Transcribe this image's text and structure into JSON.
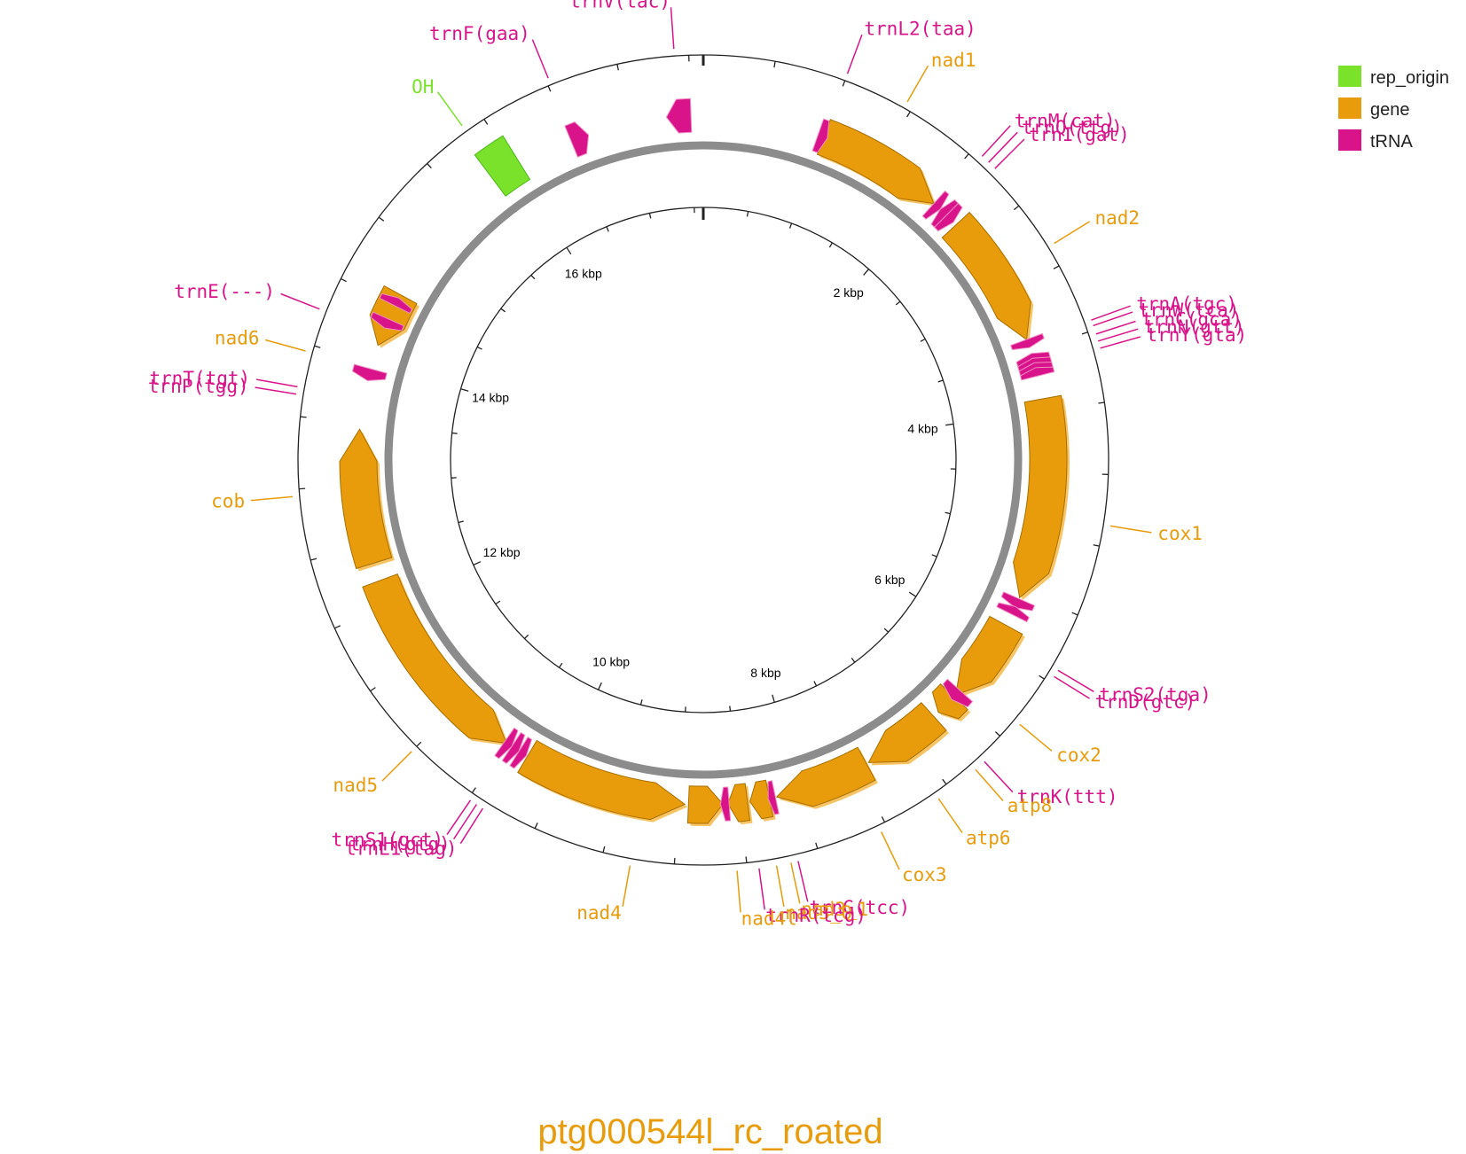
{
  "title": "ptg000544l_rc_roated",
  "genome_length_bp": 17600,
  "legend": [
    {
      "label": "rep_origin",
      "color": "#7be22c"
    },
    {
      "label": "gene",
      "color": "#e89c0c"
    },
    {
      "label": "tRNA",
      "color": "#d9138a"
    }
  ],
  "colors": {
    "gene_light": "#f7c465",
    "gene_dark": "#a86f00",
    "trna": "#d9138a",
    "trna_light": "#f08dc3",
    "rep_origin": "#7be22c",
    "backbone": "#8c8c8c"
  },
  "kbp_ticks": [
    {
      "kbp": 2,
      "label": "2 kbp"
    },
    {
      "kbp": 4,
      "label": "4 kbp"
    },
    {
      "kbp": 6,
      "label": "6 kbp"
    },
    {
      "kbp": 8,
      "label": "8 kbp"
    },
    {
      "kbp": 10,
      "label": "10 kbp"
    },
    {
      "kbp": 12,
      "label": "12 kbp"
    },
    {
      "kbp": 14,
      "label": "14 kbp"
    },
    {
      "kbp": 16,
      "label": "16 kbp"
    }
  ],
  "features": [
    {
      "name": "nad1",
      "type": "gene",
      "start": 1000,
      "end": 2050,
      "strand": "+"
    },
    {
      "name": "nad2",
      "type": "gene",
      "start": 2300,
      "end": 3400,
      "strand": "+"
    },
    {
      "name": "cox1",
      "type": "gene",
      "start": 3900,
      "end": 5550,
      "strand": "+"
    },
    {
      "name": "cox2",
      "type": "gene",
      "start": 5800,
      "end": 6500,
      "strand": "+"
    },
    {
      "name": "atp8",
      "type": "gene",
      "start": 6520,
      "end": 6700,
      "strand": "+"
    },
    {
      "name": "atp6",
      "type": "gene",
      "start": 6750,
      "end": 7400,
      "strand": "+"
    },
    {
      "name": "cox3",
      "type": "gene",
      "start": 7420,
      "end": 8200,
      "strand": "+"
    },
    {
      "name": "nad3_1",
      "type": "gene",
      "start": 8260,
      "end": 8420,
      "strand": "+"
    },
    {
      "name": "nad3_0",
      "type": "gene",
      "start": 8440,
      "end": 8600,
      "strand": "+"
    },
    {
      "name": "nad4l",
      "type": "gene",
      "start": 8640,
      "end": 8920,
      "strand": "-"
    },
    {
      "name": "nad4",
      "type": "gene",
      "start": 8950,
      "end": 10300,
      "strand": "-"
    },
    {
      "name": "nad5",
      "type": "gene",
      "start": 10500,
      "end": 12200,
      "strand": "-"
    },
    {
      "name": "cob",
      "type": "gene",
      "start": 12350,
      "end": 13450,
      "strand": "+"
    },
    {
      "name": "nad6",
      "type": "gene",
      "start": 14150,
      "end": 14600,
      "strand": "-"
    },
    {
      "name": "trnV(tac)",
      "type": "tRNA",
      "start": 17300,
      "end": 17500,
      "strand": "-"
    },
    {
      "name": "trnL2(taa)",
      "type": "tRNA",
      "start": 950,
      "end": 1030,
      "strand": "+"
    },
    {
      "name": "trnM(cat)",
      "type": "tRNA",
      "start": 2050,
      "end": 2120,
      "strand": "+"
    },
    {
      "name": "trnQ(ttg)",
      "type": "tRNA",
      "start": 2120,
      "end": 2190,
      "strand": "-"
    },
    {
      "name": "trnI(gat)",
      "type": "tRNA",
      "start": 2190,
      "end": 2270,
      "strand": "+"
    },
    {
      "name": "trnW(tca)",
      "type": "tRNA",
      "start": 3400,
      "end": 3470,
      "strand": "+"
    },
    {
      "name": "trnA(tgc)",
      "type": "tRNA",
      "start": 3520,
      "end": 3590,
      "strand": "-"
    },
    {
      "name": "trnC(gca)",
      "type": "tRNA",
      "start": 3560,
      "end": 3630,
      "strand": "-"
    },
    {
      "name": "trnN(gtt)",
      "type": "tRNA",
      "start": 3600,
      "end": 3670,
      "strand": "-"
    },
    {
      "name": "trnY(gta)",
      "type": "tRNA",
      "start": 3640,
      "end": 3710,
      "strand": "-"
    },
    {
      "name": "trnS2(tga)",
      "type": "tRNA",
      "start": 5560,
      "end": 5640,
      "strand": "+"
    },
    {
      "name": "trnD(gtc)",
      "type": "tRNA",
      "start": 5630,
      "end": 5700,
      "strand": "-"
    },
    {
      "name": "trnK(ttt)",
      "type": "tRNA",
      "start": 6450,
      "end": 6550,
      "strand": "+"
    },
    {
      "name": "trnG(tcc)",
      "type": "tRNA",
      "start": 8210,
      "end": 8270,
      "strand": "+"
    },
    {
      "name": "trnR(tcg)",
      "type": "tRNA",
      "start": 8590,
      "end": 8660,
      "strand": "+"
    },
    {
      "name": "trnH(gtg)",
      "type": "tRNA",
      "start": 10310,
      "end": 10380,
      "strand": "-"
    },
    {
      "name": "trnS1(gct)",
      "type": "tRNA",
      "start": 10380,
      "end": 10450,
      "strand": "-"
    },
    {
      "name": "trnL1(tag)",
      "type": "tRNA",
      "start": 10450,
      "end": 10520,
      "strand": "-"
    },
    {
      "name": "trnT(tgt)",
      "type": "tRNA",
      "start": 14300,
      "end": 14380,
      "strand": "-"
    },
    {
      "name": "trnP(tgg)",
      "type": "tRNA",
      "start": 14500,
      "end": 14570,
      "strand": "+"
    },
    {
      "name": "trnE(---)",
      "type": "tRNA",
      "start": 13850,
      "end": 13950,
      "strand": "-"
    },
    {
      "name": "trnF(gaa)",
      "type": "tRNA",
      "start": 16500,
      "end": 16650,
      "strand": "+"
    },
    {
      "name": "OH",
      "type": "rep_origin",
      "start": 15800,
      "end": 16050,
      "strand": "+"
    }
  ],
  "labels": [
    {
      "text": "trnV(tac)",
      "type": "tRNA",
      "anchor": 17400
    },
    {
      "text": "trnL2(taa)",
      "type": "tRNA",
      "anchor": 1000
    },
    {
      "text": "nad1",
      "type": "gene",
      "anchor": 1450
    },
    {
      "text": "trnM(cat)",
      "type": "tRNA",
      "anchor": 2080
    },
    {
      "text": "trnQ(ttg)",
      "type": "tRNA",
      "anchor": 2140
    },
    {
      "text": "trnI(gat)",
      "type": "tRNA",
      "anchor": 2200
    },
    {
      "text": "nad2",
      "type": "gene",
      "anchor": 2850
    },
    {
      "text": "trnA(tgc)",
      "type": "tRNA",
      "anchor": 3430
    },
    {
      "text": "trnW(tca)",
      "type": "tRNA",
      "anchor": 3470
    },
    {
      "text": "trnC(gca)",
      "type": "tRNA",
      "anchor": 3530
    },
    {
      "text": "trnN(gtt)",
      "type": "tRNA",
      "anchor": 3580
    },
    {
      "text": "trnY(gta)",
      "type": "tRNA",
      "anchor": 3630
    },
    {
      "text": "cox1",
      "type": "gene",
      "anchor": 4850
    },
    {
      "text": "trnS2(tga)",
      "type": "tRNA",
      "anchor": 5900
    },
    {
      "text": "trnD(gtc)",
      "type": "tRNA",
      "anchor": 5950
    },
    {
      "text": "cox2",
      "type": "gene",
      "anchor": 6350
    },
    {
      "text": "trnK(ttt)",
      "type": "tRNA",
      "anchor": 6700
    },
    {
      "text": "atp8",
      "type": "gene",
      "anchor": 6780
    },
    {
      "text": "atp6",
      "type": "gene",
      "anchor": 7100
    },
    {
      "text": "cox3",
      "type": "gene",
      "anchor": 7550
    },
    {
      "text": "trnG(tcc)",
      "type": "tRNA",
      "anchor": 8150
    },
    {
      "text": "nad3_1",
      "type": "gene",
      "anchor": 8200
    },
    {
      "text": "nad3_0",
      "type": "gene",
      "anchor": 8300
    },
    {
      "text": "trnR(tcg)",
      "type": "tRNA",
      "anchor": 8420
    },
    {
      "text": "nad4l",
      "type": "gene",
      "anchor": 8570
    },
    {
      "text": "nad4",
      "type": "gene",
      "anchor": 9300
    },
    {
      "text": "trnL1(tag)",
      "type": "tRNA",
      "anchor": 10380
    },
    {
      "text": "trnH(gtg)",
      "type": "tRNA",
      "anchor": 10430
    },
    {
      "text": "trnS1(gct)",
      "type": "tRNA",
      "anchor": 10480
    },
    {
      "text": "nad5",
      "type": "gene",
      "anchor": 11000
    },
    {
      "text": "cob",
      "type": "gene",
      "anchor": 12950
    },
    {
      "text": "trnP(tgg)",
      "type": "tRNA",
      "anchor": 13650
    },
    {
      "text": "trnT(tgt)",
      "type": "tRNA",
      "anchor": 13700
    },
    {
      "text": "nad6",
      "type": "gene",
      "anchor": 13950
    },
    {
      "text": "trnE(---)",
      "type": "tRNA",
      "anchor": 14250
    },
    {
      "text": "OH",
      "type": "rep_origin",
      "anchor": 15850
    },
    {
      "text": "trnF(gaa)",
      "type": "tRNA",
      "anchor": 16520
    }
  ]
}
